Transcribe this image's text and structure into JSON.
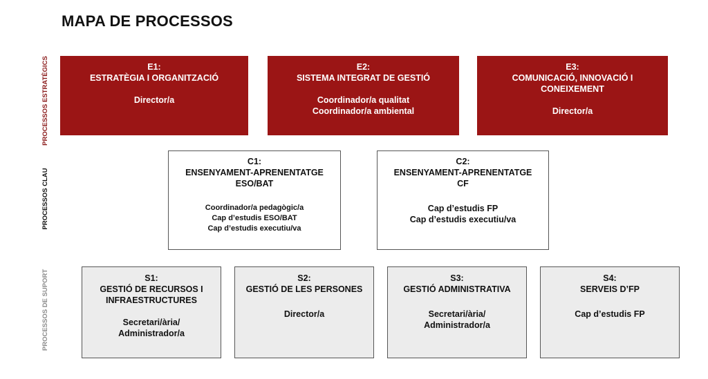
{
  "title": "MAPA DE PROCESSOS",
  "row_labels": {
    "strategic": "PROCESSOS ESTRATÈGICS",
    "key": "PROCESSOS CLAU",
    "support": "PROCESSOS DE SUPORT"
  },
  "strategic": [
    {
      "code": "E1:",
      "name_lines": [
        "ESTRATÈGIA I ORGANITZACIÓ"
      ],
      "owners": [
        "Director/a"
      ]
    },
    {
      "code": "E2:",
      "name_lines": [
        "SISTEMA INTEGRAT DE GESTIÓ"
      ],
      "owners": [
        "Coordinador/a qualitat",
        "Coordinador/a ambiental"
      ]
    },
    {
      "code": "E3:",
      "name_lines": [
        "COMUNICACIÓ, INNOVACIÓ I",
        "CONEIXEMENT"
      ],
      "owners": [
        "Director/a"
      ]
    }
  ],
  "key": [
    {
      "code": "C1:",
      "name_lines": [
        "ENSENYAMENT-APRENENTATGE",
        "ESO/BAT"
      ],
      "owners": [
        "Coordinador/a pedagògic/a",
        "Cap d’estudis ESO/BAT",
        "Cap d’estudis executiu/va"
      ]
    },
    {
      "code": "C2:",
      "name_lines": [
        "ENSENYAMENT-APRENENTATGE",
        "CF"
      ],
      "owners": [
        "Cap d’estudis FP",
        "Cap d’estudis executiu/va"
      ]
    }
  ],
  "support": [
    {
      "code": "S1:",
      "name_lines": [
        "GESTIÓ DE RECURSOS I",
        "INFRAESTRUCTURES"
      ],
      "owners": [
        "Secretari/ària/",
        "Administrador/a"
      ]
    },
    {
      "code": "S2:",
      "name_lines": [
        "GESTIÓ DE LES PERSONES"
      ],
      "owners": [
        "Director/a"
      ]
    },
    {
      "code": "S3:",
      "name_lines": [
        "GESTIÓ ADMINISTRATIVA"
      ],
      "owners": [
        "Secretari/ària/",
        "Administrador/a"
      ]
    },
    {
      "code": "S4:",
      "name_lines": [
        "SERVEIS D’FP"
      ],
      "owners": [
        "Cap d’estudis FP"
      ]
    }
  ],
  "colors": {
    "strategic_fill": "#9b1515",
    "strategic_label": "#8b1c1c",
    "support_fill": "#ececec",
    "support_label": "#8c8c8c",
    "border": "#555555"
  }
}
